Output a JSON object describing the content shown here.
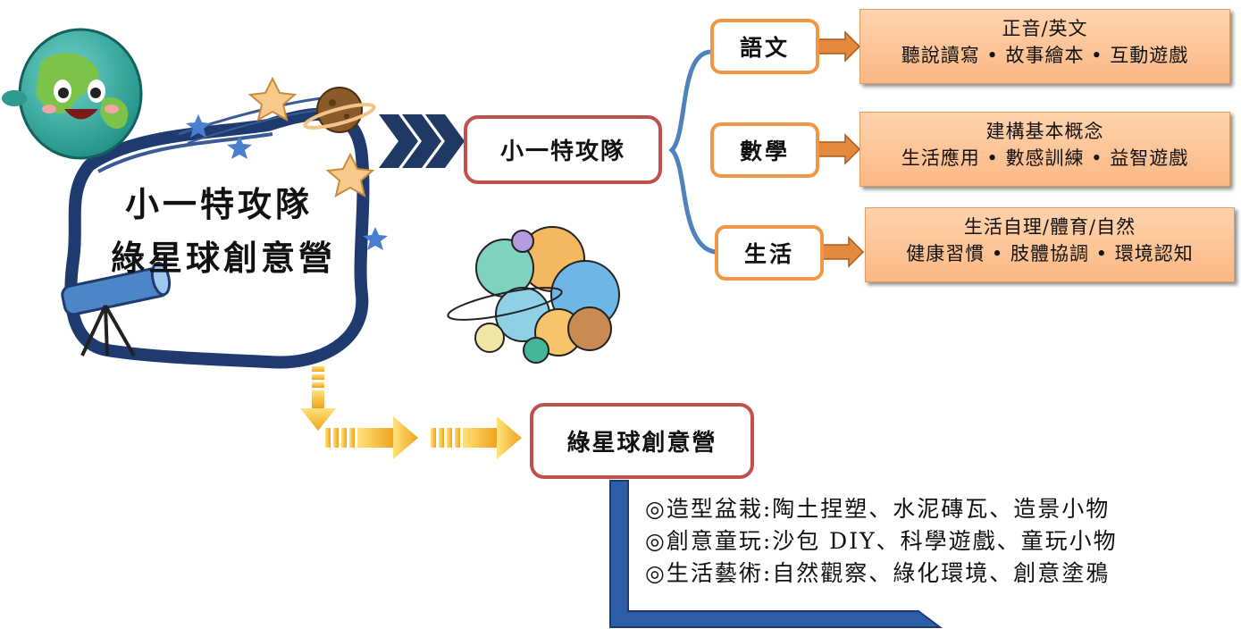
{
  "title": {
    "line1": "小一特攻隊",
    "line2": "綠星球創意營"
  },
  "branch_top": {
    "label": "小一特攻隊",
    "subjects": [
      {
        "name": "語文",
        "line1": "正音/英文",
        "line2": "聽說讀寫 • 故事繪本 • 互動遊戲"
      },
      {
        "name": "數學",
        "line1": "建構基本概念",
        "line2": "生活應用 • 數感訓練 • 益智遊戲"
      },
      {
        "name": "生活",
        "line1": "生活自理/體育/自然",
        "line2": "健康習慣 • 肢體協調 • 環境認知"
      }
    ]
  },
  "branch_bottom": {
    "label": "綠星球創意營",
    "items": [
      "◎造型盆栽:陶土捏塑、水泥磚瓦、造景小物",
      "◎創意童玩:沙包 DIY、科學遊戲、童玩小物",
      "◎生活藝術:自然觀察、綠化環境、創意塗鴉"
    ]
  },
  "colors": {
    "red_border": "#c0504d",
    "orange_border": "#f29645",
    "note_fill": "#fbc596",
    "navy": "#203864",
    "blue_line": "#4f81bd",
    "gold_arrow": "#f5b82a"
  },
  "icons": [
    "earth-mascot-icon",
    "telescope-icon",
    "planet-cluster-icon",
    "ringed-planet-icon",
    "star-icon"
  ]
}
